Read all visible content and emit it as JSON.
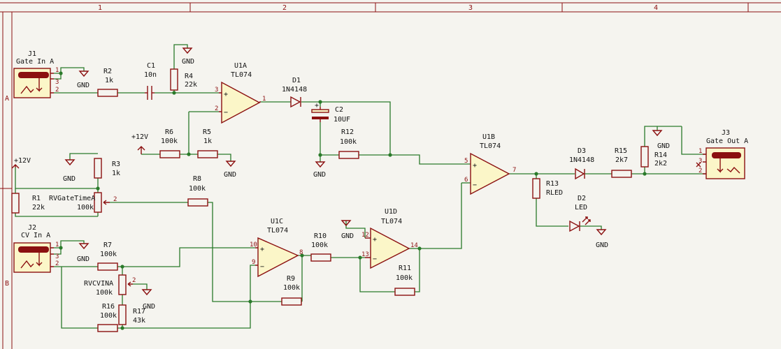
{
  "frame": {
    "columns": [
      "1",
      "2",
      "3",
      "4"
    ],
    "rows": [
      "A",
      "B"
    ]
  },
  "net_labels": {
    "gnd": "GND",
    "plus12v": "+12V"
  },
  "components": {
    "J1": {
      "ref": "J1",
      "value": "Gate In A",
      "pins": [
        "1",
        "3",
        "2"
      ]
    },
    "J2": {
      "ref": "J2",
      "value": "CV In A",
      "pins": [
        "1",
        "3",
        "2"
      ]
    },
    "J3": {
      "ref": "J3",
      "value": "Gate Out A",
      "pins": [
        "1",
        "3",
        "2"
      ]
    },
    "R1": {
      "ref": "R1",
      "value": "22k"
    },
    "R2": {
      "ref": "R2",
      "value": "1k"
    },
    "R3": {
      "ref": "R3",
      "value": "1k"
    },
    "R4": {
      "ref": "R4",
      "value": "22k"
    },
    "R5": {
      "ref": "R5",
      "value": "1k"
    },
    "R6": {
      "ref": "R6",
      "value": "100k"
    },
    "R7": {
      "ref": "R7",
      "value": "100k"
    },
    "R8": {
      "ref": "R8",
      "value": "100k"
    },
    "R9": {
      "ref": "R9",
      "value": "100k"
    },
    "R10": {
      "ref": "R10",
      "value": "100k"
    },
    "R11": {
      "ref": "R11",
      "value": "100k"
    },
    "R12": {
      "ref": "R12",
      "value": "100k"
    },
    "R13": {
      "ref": "R13",
      "value": "RLED"
    },
    "R14": {
      "ref": "R14",
      "value": "2k2"
    },
    "R15": {
      "ref": "R15",
      "value": "2k7"
    },
    "R16": {
      "ref": "R16",
      "value": "100k"
    },
    "R17": {
      "ref": "R17",
      "value": "43k"
    },
    "RV1": {
      "ref": "RVGateTimeA",
      "value": "100k",
      "pin": "2"
    },
    "RV2": {
      "ref": "RVCVINA",
      "value": "100k",
      "pin": "2"
    },
    "C1": {
      "ref": "C1",
      "value": "10n"
    },
    "C2": {
      "ref": "C2",
      "value": "10UF",
      "polarity": "+"
    },
    "D1": {
      "ref": "D1",
      "value": "1N4148"
    },
    "D2": {
      "ref": "D2",
      "value": "LED"
    },
    "D3": {
      "ref": "D3",
      "value": "1N4148"
    },
    "U1A": {
      "ref": "U1A",
      "value": "TL074",
      "pins": [
        "3",
        "2",
        "1"
      ]
    },
    "U1B": {
      "ref": "U1B",
      "value": "TL074",
      "pins": [
        "5",
        "6",
        "7"
      ]
    },
    "U1C": {
      "ref": "U1C",
      "value": "TL074",
      "pins": [
        "10",
        "9",
        "8"
      ]
    },
    "U1D": {
      "ref": "U1D",
      "value": "TL074",
      "pins": [
        "12",
        "13",
        "14"
      ]
    }
  }
}
